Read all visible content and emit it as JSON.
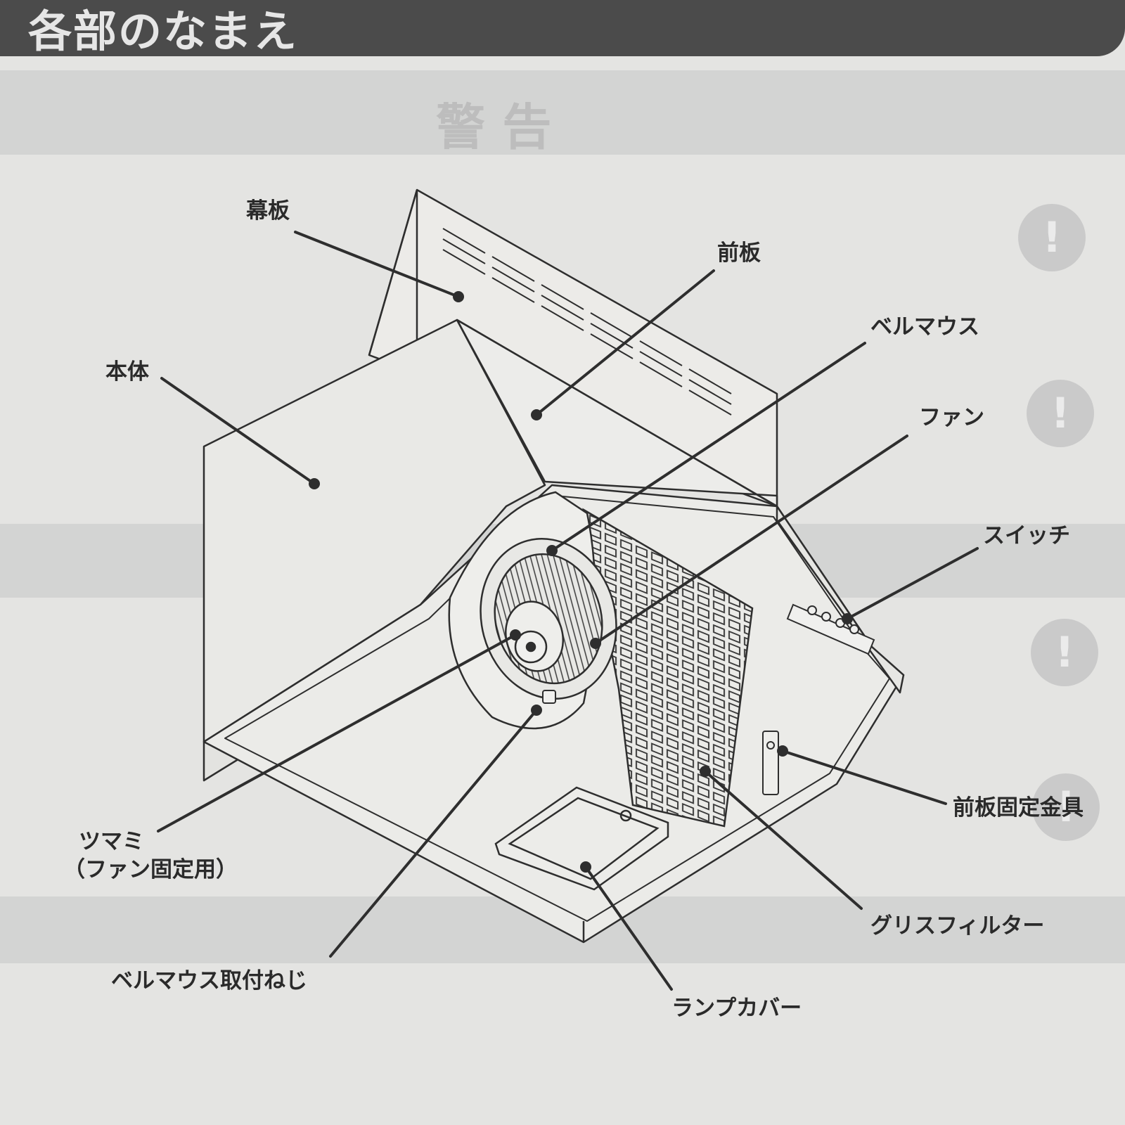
{
  "header": {
    "title": "各部のなまえ"
  },
  "labels": {
    "makuita": "幕板",
    "maeita": "前板",
    "bellmouth": "ベルマウス",
    "hontai": "本体",
    "fan": "ファン",
    "switch": "スイッチ",
    "tsumami": "ツマミ",
    "tsumami_sub": "（ファン固定用）",
    "maeita_kinngu": "前板固定金具",
    "grease_filter": "グリスフィルター",
    "bellmouth_screw": "ベルマウス取付ねじ",
    "lamp_cover": "ランプカバー"
  },
  "background": {
    "warning_heading": "警 告",
    "warning_icon": "warning-triangle-icon",
    "caution_icon": "exclamation-circle-icon"
  }
}
